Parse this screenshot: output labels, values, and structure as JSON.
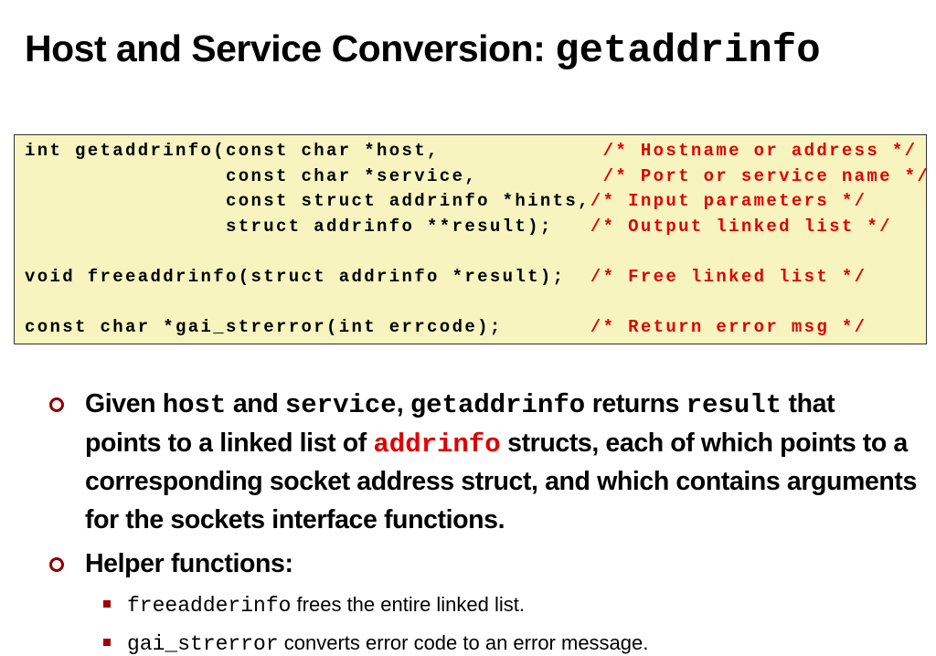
{
  "title": {
    "text": "Host and Service Conversion: ",
    "code": "getaddrinfo"
  },
  "code_lines": [
    {
      "code": "int getaddrinfo(const char *host,             ",
      "comment": "/* Hostname or address */"
    },
    {
      "code": "                const char *service,          ",
      "comment": "/* Port or service name */"
    },
    {
      "code": "                const struct addrinfo *hints,",
      "comment": "/* Input parameters */"
    },
    {
      "code": "                struct addrinfo **result);   ",
      "comment": "/* Output linked list */"
    },
    {
      "code": "",
      "comment": ""
    },
    {
      "code": "void freeaddrinfo(struct addrinfo *result);  ",
      "comment": "/* Free linked list */"
    },
    {
      "code": "",
      "comment": ""
    },
    {
      "code": "const char *gai_strerror(int errcode);       ",
      "comment": "/* Return error msg */"
    }
  ],
  "bullet1": {
    "p1": "Given ",
    "c1": "host",
    "p2": " and ",
    "c2": "service",
    "p3": ", ",
    "c3": "getaddrinfo",
    "p4": "  returns ",
    "c4": "result",
    "p5": " that points to a linked list of ",
    "c5": "addrinfo",
    "p6": " structs, each of which points to a corresponding socket address struct, and which contains arguments for the sockets interface functions."
  },
  "bullet2": {
    "label": "Helper functions:"
  },
  "sub_bullets": [
    {
      "code": "freeadderinfo",
      "text": " frees the entire linked list."
    },
    {
      "code": "gai_strerror",
      "text": " converts error code to an error message."
    }
  ]
}
